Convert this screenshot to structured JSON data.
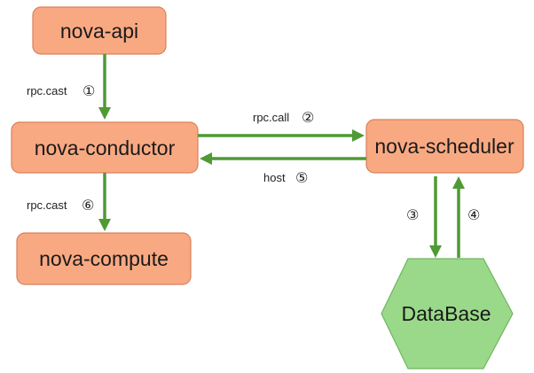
{
  "nodes": {
    "nova_api": "nova-api",
    "nova_conductor": "nova-conductor",
    "nova_scheduler": "nova-scheduler",
    "nova_compute": "nova-compute",
    "database": "DataBase"
  },
  "edges": {
    "api_to_conductor": {
      "label": "rpc.cast",
      "step": "①"
    },
    "conductor_to_scheduler": {
      "label": "rpc.call",
      "step": "②"
    },
    "scheduler_to_database": {
      "label": "",
      "step": "③"
    },
    "database_to_scheduler": {
      "label": "",
      "step": "④"
    },
    "scheduler_to_conductor": {
      "label": "host",
      "step": "⑤"
    },
    "conductor_to_compute": {
      "label": "rpc.cast",
      "step": "⑥"
    }
  },
  "colors": {
    "node_fill": "#f9a982",
    "node_border": "#d9805c",
    "database_fill": "#9ad98a",
    "arrow": "#4f9a35"
  }
}
